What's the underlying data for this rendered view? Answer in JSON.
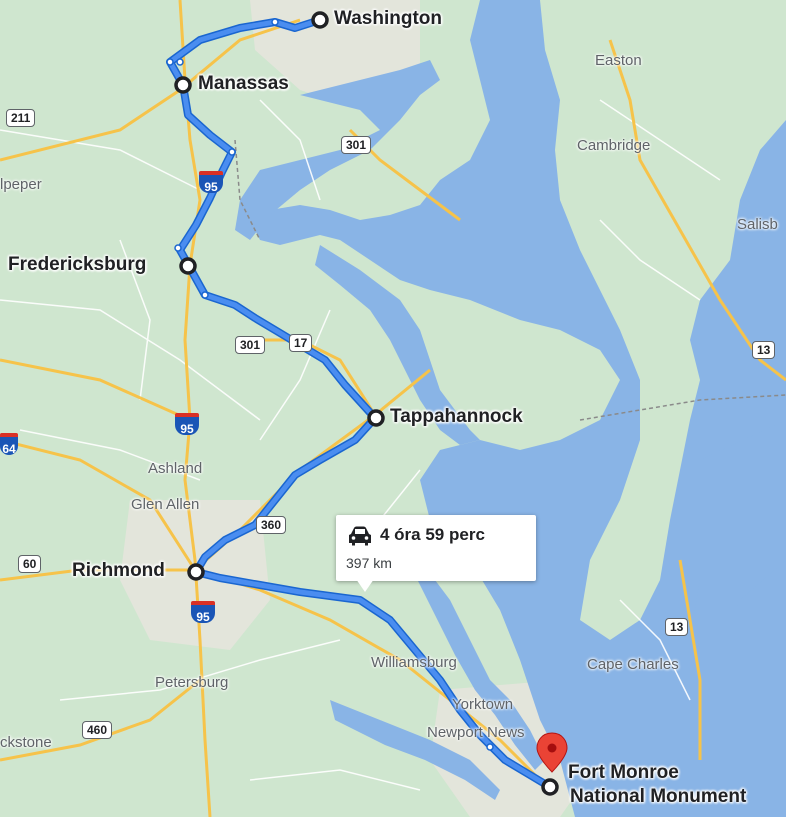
{
  "route": {
    "duration": "4 óra 59 perc",
    "distance": "397 km",
    "mode": "car-icon",
    "color": "#4285f4"
  },
  "stops": {
    "washington": "Washington",
    "manassas": "Manassas",
    "fredericksburg": "Fredericksburg",
    "tappahannock": "Tappahannock",
    "richmond": "Richmond",
    "destination_line1": "Fort Monroe",
    "destination_line2": "National Monument"
  },
  "places": {
    "easton": "Easton",
    "cambridge": "Cambridge",
    "salisbury": "Salisb",
    "culpeper": "lpeper",
    "ashland": "Ashland",
    "glen_allen": "Glen Allen",
    "williamsburg": "Williamsburg",
    "yorktown": "Yorktown",
    "newport_news": "Newport News",
    "petersburg": "Petersburg",
    "cape_charles": "Cape Charles",
    "blackstone": "ckstone"
  },
  "shields": {
    "r211": "211",
    "r301_north": "301",
    "i95_north": "95",
    "r301_south": "301",
    "r17": "17",
    "i95_mid": "95",
    "i64": "64",
    "r360": "360",
    "r60": "60",
    "i95_south": "95",
    "r460": "460",
    "r13_north": "13",
    "r13_south": "13"
  },
  "colors": {
    "land": "#cfe6cf",
    "water": "#89b4e6",
    "highway": "#f6c34a",
    "route": "#4285f4",
    "marker": "#ea4335"
  }
}
